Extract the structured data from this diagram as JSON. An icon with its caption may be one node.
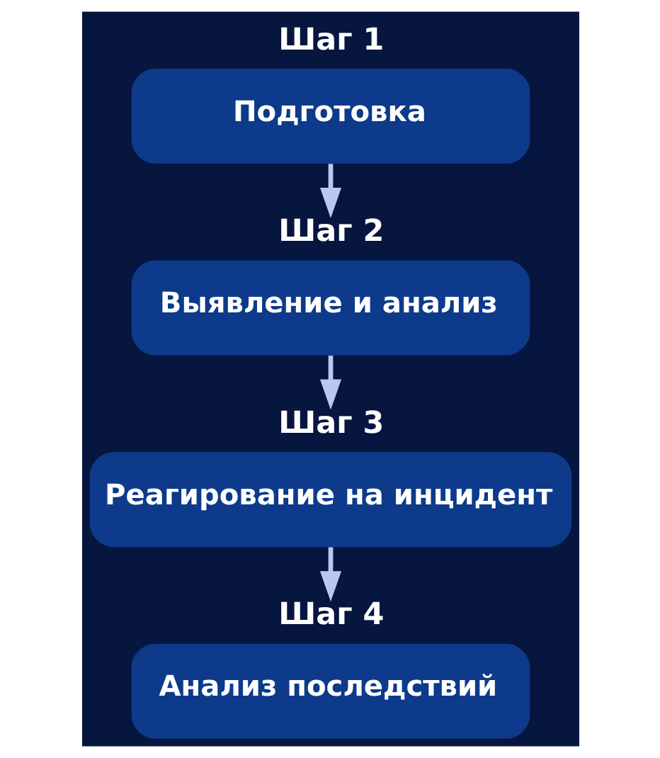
{
  "diagram": {
    "nodes": [
      {
        "text": [
          "Шаг 1",
          "Подготовка"
        ]
      },
      {
        "text": [
          "Шаг 2",
          "Выявление и анализ"
        ]
      },
      {
        "text": [
          "Шаг 3",
          "Реагирование на инцидент"
        ]
      },
      {
        "text": [
          "Шаг 4",
          "Анализ последствий"
        ]
      }
    ],
    "edges": [
      {
        "from": 0,
        "to": 1,
        "arrow": "to"
      },
      {
        "from": 1,
        "to": 2,
        "arrow": "to"
      },
      {
        "from": 2,
        "to": 3,
        "arrow": "to"
      }
    ]
  }
}
